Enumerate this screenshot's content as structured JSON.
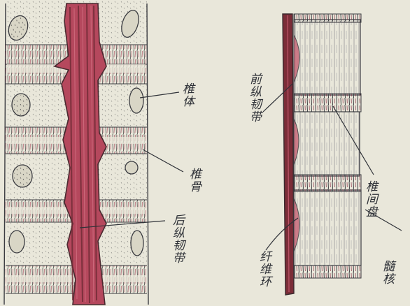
{
  "diagram": {
    "left_labels": {
      "vertebral_body": "椎体",
      "vertebra": "椎骨",
      "posterior_longitudinal_ligament": "后纵韧带"
    },
    "right_labels": {
      "anterior_longitudinal_ligament": "前纵韧带",
      "intervertebral_disc": "椎间盘",
      "fibrous_ring": "纤维环",
      "nucleus_pulposus": "髓核"
    },
    "colors": {
      "paper": "#e9e7da",
      "pencil": "#3a3b40",
      "ligament_red": "#a03048",
      "ligament_dark": "#6d2a35"
    }
  }
}
